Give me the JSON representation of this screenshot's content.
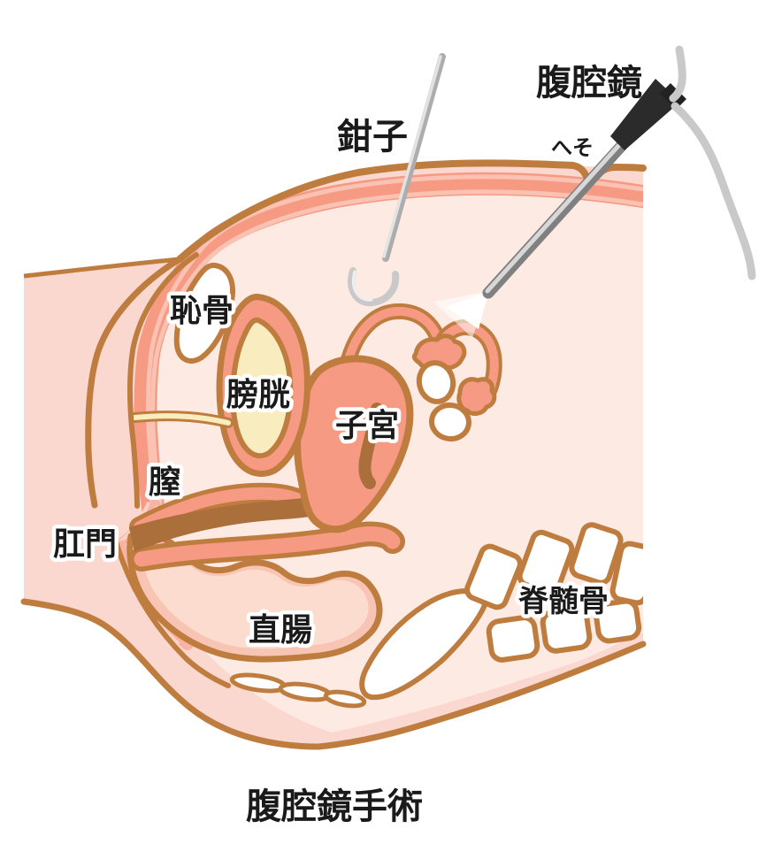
{
  "title": "腹腔鏡手術",
  "labels": {
    "forceps": "鉗子",
    "laparoscope": "腹腔鏡",
    "navel": "へそ",
    "pubic_bone": "恥骨",
    "bladder": "膀胱",
    "uterus": "子宮",
    "vagina": "膣",
    "anus": "肛門",
    "rectum": "直腸",
    "spine": "脊髄骨"
  },
  "colors": {
    "outline_brown": "#bf7c3f",
    "canal_brown": "#aa6f3a",
    "muscle_salmon": "#f69a83",
    "muscle_stripe": "#f9c2b2",
    "body_pink": "#fbd8cf",
    "cavity_pink": "#fdeae3",
    "bladder_cream": "#f9edbf",
    "bone_white": "#ffffff",
    "rectum_fill": "#f8c5b5",
    "rectum_inner": "#fcdccf",
    "instrument_gray": "#c9c9c9",
    "scope_dark": "#2b2b2b",
    "text": "#1a1a1a",
    "background": "#ffffff"
  }
}
